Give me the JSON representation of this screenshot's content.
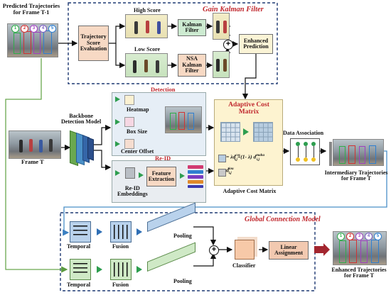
{
  "labels": {
    "predicted_trajectories": "Predicted Trajectories\nfor Frame T-1",
    "gain_kalman_filter": "Gain Kalman Filter",
    "high_score": "High Score",
    "low_score": "Low Score",
    "trajectory_score_evaluation": "Trajectory\nScore\nEvaluation",
    "kalman_filter": "Kalman\nFilter",
    "nsa_kalman_filter": "NSA\nKalman\nFilter",
    "enhanced_prediction": "Enhanced\nPrediction",
    "detection": "Detection",
    "heatmap": "Heatmap",
    "box_size": "Box Size",
    "center_offset": "Center Offset",
    "backbone_detection_model": "Backbone\nDetection Model",
    "frame_t": "Frame T",
    "re_id": "Re-ID",
    "re_id_embeddings": "Re-ID\nEmbeddings",
    "feature_extraction": "Feature\nExtraction",
    "adaptive_cost_matrix_title": "Adaptive Cost\nMatrix",
    "adaptive_cost_matrix_caption": "Adaptive Cost Matrix",
    "formula_1": "= λd",
    "formula_1_sup": "cos",
    "formula_1_sub": "i,j",
    "formula_1_mid": "+(1- λ) d",
    "formula_1_sup2": "maha",
    "formula_1_sub2": "i,j",
    "formula_2": "d",
    "formula_2_sup": "iou",
    "formula_2_sub": "i,j",
    "data_association": "Data Association",
    "intermediary_trajectories": "Intermediary Trajectories\nfor Frame T",
    "global_connection_model": "Global Connection Model",
    "temporal_1": "Temporal",
    "fusion_1": "Fusion",
    "pooling_1": "Pooling",
    "temporal_2": "Temporal",
    "fusion_2": "Fusion",
    "pooling_2": "Pooling",
    "classifier": "Classifier",
    "linear_assignment": "Linear\nAssignment",
    "enhanced_trajectories": "Enhanced Trajectories\nfor Frame T",
    "track_ids": [
      "1",
      "2",
      "3",
      "4",
      "5"
    ]
  },
  "colors": {
    "red_title": "#c0282e",
    "dark_blue_dash": "#1f3a73",
    "tse_fill": "#f7d9c4",
    "kalman_fill": "#cdebd1",
    "enhanced_fill": "#fbf4d6",
    "acm_fill": "#fdf3d0",
    "detection_fill": "#e6eef6",
    "reid_fill": "#e9edf1",
    "linear_assignment_fill": "#f2c9b0",
    "green_arrow": "#2e9e4f",
    "blue_arrow": "#2f6fb5",
    "red_arrow": "#a3262f",
    "green_line": "#6aa84f",
    "blue_line": "#4a90c8"
  }
}
